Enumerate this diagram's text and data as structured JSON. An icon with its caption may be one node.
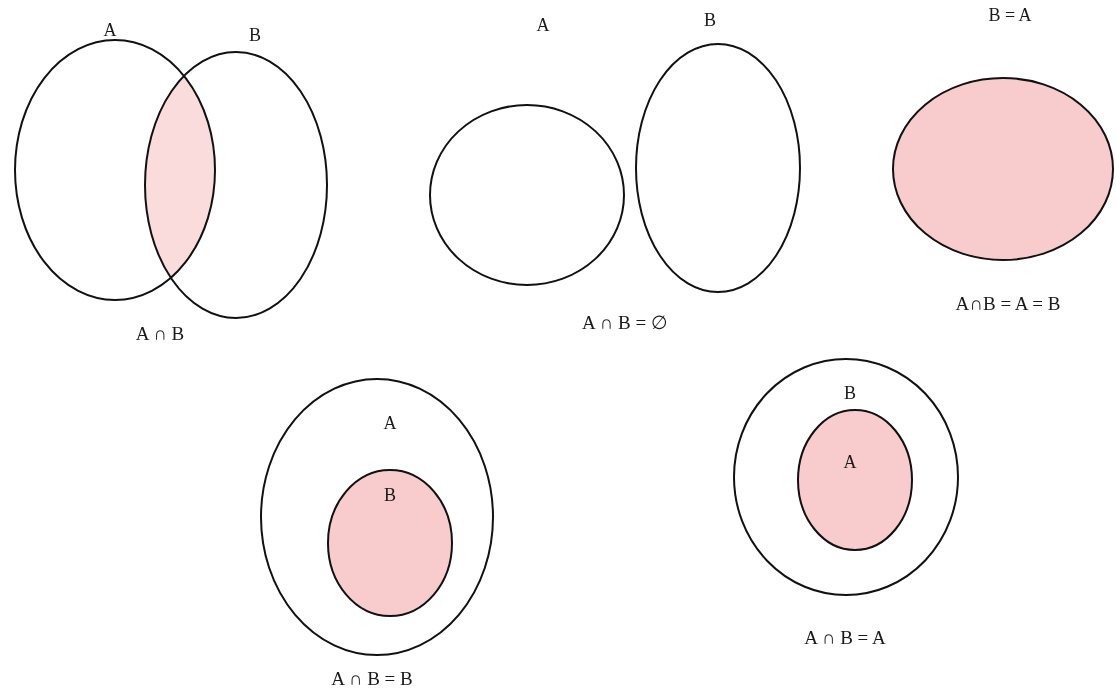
{
  "diagram": {
    "nodes": [
      {
        "text": [
          "A"
        ]
      },
      {
        "text": [
          "B"
        ]
      },
      {
        "text": [],
        "shape": "lens"
      },
      {
        "text": [
          "A"
        ]
      },
      {
        "text": [
          "B"
        ]
      },
      {
        "text": [
          "B = A"
        ]
      },
      {
        "text": [
          "A"
        ]
      },
      {
        "text": [
          "B"
        ],
        "in": 6
      },
      {
        "text": [
          "B"
        ]
      },
      {
        "text": [
          "A"
        ],
        "in": 8
      }
    ],
    "labels": [
      "A ∩ B",
      "A ∩ B = ∅",
      "A∩B = A = B",
      "A ∩ B = B",
      "A ∩ B = A"
    ]
  }
}
